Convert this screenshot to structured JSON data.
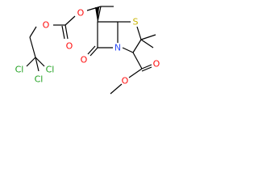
{
  "molecule": {
    "atoms": {
      "o_ether": "O",
      "o_carbonyl_carbonate": "O",
      "o_carbonate_ester": "O",
      "o_beta_lactam": "O",
      "s_thiazolidine": "S",
      "n_beta_lactam": "N",
      "o_ester_carbonyl": "O",
      "o_ester_methoxy": "O",
      "cl_1": "Cl",
      "cl_2": "Cl",
      "cl_3": "Cl"
    },
    "colors": {
      "oxygen": "#ff0d0d",
      "sulfur": "#c8b400",
      "nitrogen": "#3050f8",
      "chlorine": "#1fa01f",
      "bond": "#000000"
    }
  }
}
